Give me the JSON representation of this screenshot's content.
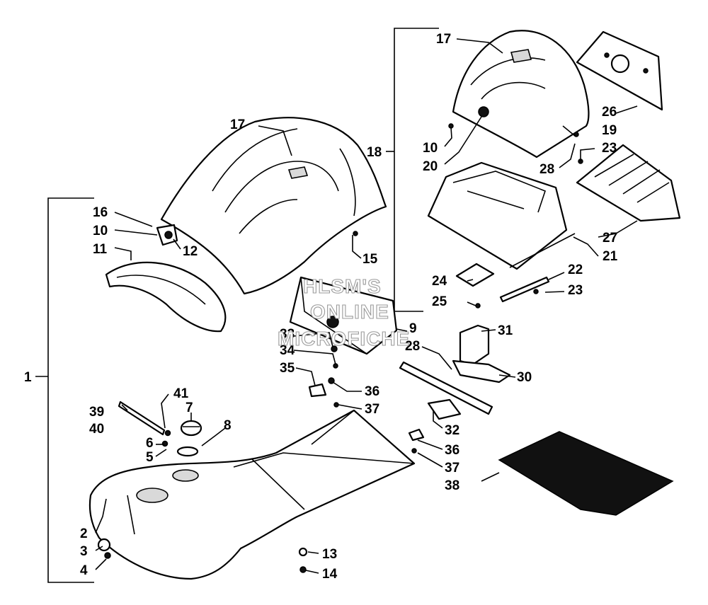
{
  "watermark": {
    "line1": "HLSM'S",
    "line2": "ONLINE",
    "line3": "MICROFICHE"
  },
  "callouts": {
    "c1": "1",
    "c2": "2",
    "c3": "3",
    "c4": "4",
    "c5": "5",
    "c6": "6",
    "c7": "7",
    "c8": "8",
    "c9": "9",
    "c10a": "10",
    "c10b": "10",
    "c11": "11",
    "c12": "12",
    "c13": "13",
    "c14": "14",
    "c15": "15",
    "c16": "16",
    "c17a": "17",
    "c17b": "17",
    "c18": "18",
    "c19": "19",
    "c20": "20",
    "c21": "21",
    "c22": "22",
    "c23a": "23",
    "c23b": "23",
    "c24": "24",
    "c25": "25",
    "c26": "26",
    "c27": "27",
    "c28a": "28",
    "c28b": "28",
    "c30": "30",
    "c31": "31",
    "c32": "32",
    "c33": "33",
    "c34": "34",
    "c35": "35",
    "c36a": "36",
    "c36b": "36",
    "c37a": "37",
    "c37b": "37",
    "c38": "38",
    "c39": "39",
    "c40": "40",
    "c41": "41"
  }
}
